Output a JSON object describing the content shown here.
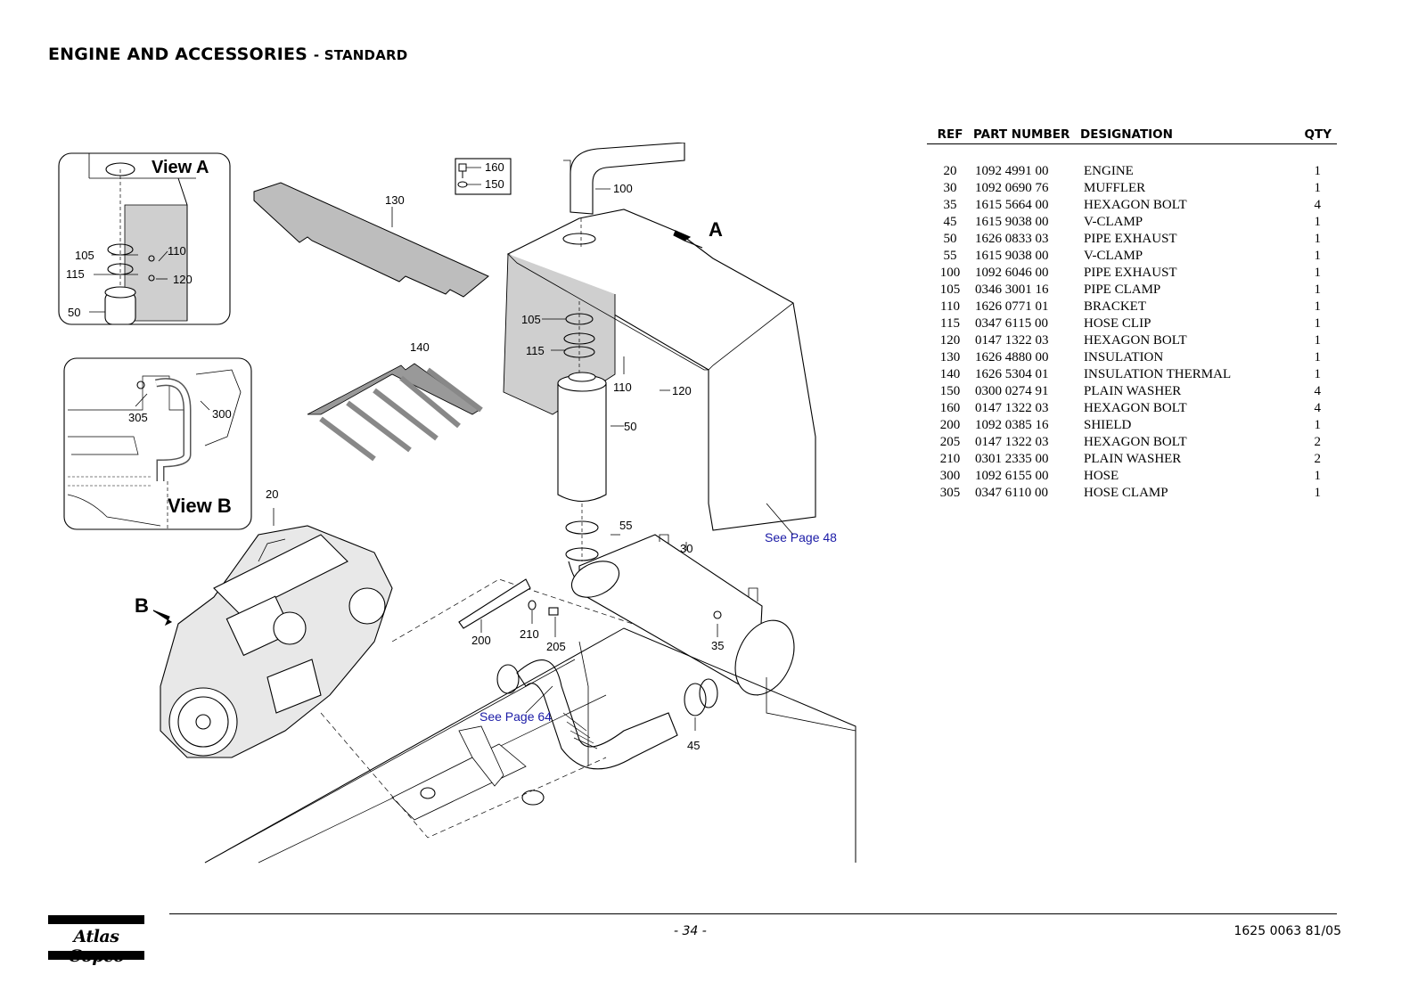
{
  "header": {
    "title": "ENGINE AND ACCESSORIES",
    "subtitle": "- STANDARD"
  },
  "diagram": {
    "view_a_label": "View A",
    "view_b_label": "View B",
    "arrow_a_label": "A",
    "arrow_b_label": "B",
    "see_page_48": "See Page 48",
    "see_page_64": "See Page 64",
    "link_color": "#1a1aa6",
    "callouts": {
      "c20": "20",
      "c30": "30",
      "c35": "35",
      "c45": "45",
      "c50": "50",
      "c50a": "50",
      "c55": "55",
      "c100": "100",
      "c105": "105",
      "c105a": "105",
      "c110": "110",
      "c110a": "110",
      "c115": "115",
      "c115a": "115",
      "c120": "120",
      "c120a": "120",
      "c130": "130",
      "c140": "140",
      "c150": "150",
      "c160": "160",
      "c200": "200",
      "c205": "205",
      "c210": "210",
      "c300": "300",
      "c305": "305"
    }
  },
  "parts_table": {
    "headers": {
      "ref": "REF",
      "part_number": "PART NUMBER",
      "designation": "DESIGNATION",
      "qty": "QTY"
    },
    "rows": [
      {
        "ref": "20",
        "part_number": "1092 4991 00",
        "designation": "ENGINE",
        "qty": "1"
      },
      {
        "ref": "30",
        "part_number": "1092 0690 76",
        "designation": "MUFFLER",
        "qty": "1"
      },
      {
        "ref": "35",
        "part_number": "1615 5664 00",
        "designation": "HEXAGON BOLT",
        "qty": "4"
      },
      {
        "ref": "45",
        "part_number": "1615 9038 00",
        "designation": "V-CLAMP",
        "qty": "1"
      },
      {
        "ref": "50",
        "part_number": "1626 0833 03",
        "designation": "PIPE EXHAUST",
        "qty": "1"
      },
      {
        "ref": "55",
        "part_number": "1615 9038 00",
        "designation": "V-CLAMP",
        "qty": "1"
      },
      {
        "ref": "100",
        "part_number": "1092 6046 00",
        "designation": "PIPE EXHAUST",
        "qty": "1"
      },
      {
        "ref": "105",
        "part_number": "0346 3001 16",
        "designation": "PIPE CLAMP",
        "qty": "1"
      },
      {
        "ref": "110",
        "part_number": "1626 0771 01",
        "designation": "BRACKET",
        "qty": "1"
      },
      {
        "ref": "115",
        "part_number": "0347 6115 00",
        "designation": "HOSE CLIP",
        "qty": "1"
      },
      {
        "ref": "120",
        "part_number": "0147 1322 03",
        "designation": "HEXAGON BOLT",
        "qty": "1"
      },
      {
        "ref": "130",
        "part_number": "1626 4880 00",
        "designation": "INSULATION",
        "qty": "1"
      },
      {
        "ref": "140",
        "part_number": "1626 5304 01",
        "designation": "INSULATION THERMAL",
        "qty": "1"
      },
      {
        "ref": "150",
        "part_number": "0300 0274 91",
        "designation": "PLAIN WASHER",
        "qty": "4"
      },
      {
        "ref": "160",
        "part_number": "0147 1322 03",
        "designation": "HEXAGON BOLT",
        "qty": "4"
      },
      {
        "ref": "200",
        "part_number": "1092 0385 16",
        "designation": "SHIELD",
        "qty": "1"
      },
      {
        "ref": "205",
        "part_number": "0147 1322 03",
        "designation": "HEXAGON BOLT",
        "qty": "2"
      },
      {
        "ref": "210",
        "part_number": "0301 2335 00",
        "designation": "PLAIN WASHER",
        "qty": "2"
      },
      {
        "ref": "300",
        "part_number": "1092 6155 00",
        "designation": "HOSE",
        "qty": "1"
      },
      {
        "ref": "305",
        "part_number": "0347 6110 00",
        "designation": "HOSE CLAMP",
        "qty": "1"
      }
    ]
  },
  "footer": {
    "logo_text": "Atlas Copco",
    "page_number": "- 34 -",
    "document_number": "1625 0063 81/05"
  }
}
